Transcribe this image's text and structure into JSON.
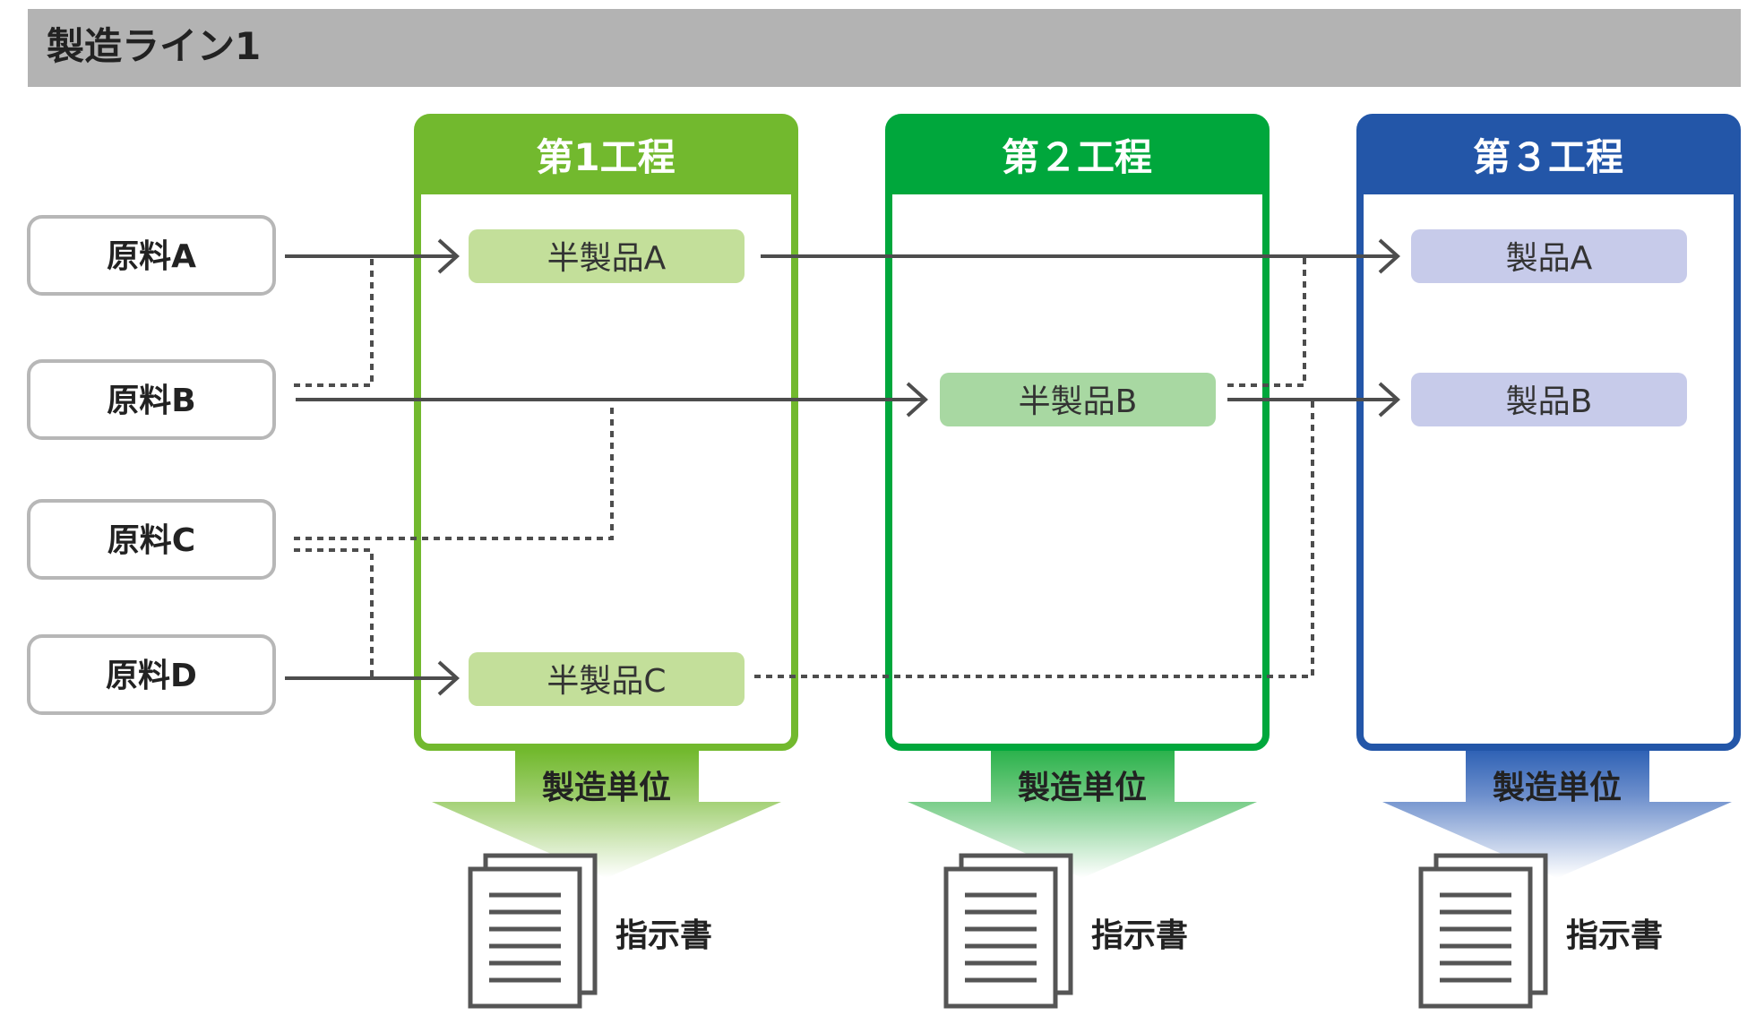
{
  "header": {
    "title": "製造ライン1"
  },
  "materials": [
    {
      "label": "原料A"
    },
    {
      "label": "原料B"
    },
    {
      "label": "原料C"
    },
    {
      "label": "原料D"
    }
  ],
  "processes": [
    {
      "title": "第1工程",
      "color": "#72b92e",
      "item_color": "#c3df9a",
      "arrow_color": "#72b92e",
      "items": [
        {
          "label": "半製品A"
        },
        {
          "label": "半製品C"
        }
      ],
      "unit_label": "製造単位",
      "doc_label": "指示書"
    },
    {
      "title": "第２工程",
      "color": "#00a73c",
      "item_color": "#a8d8a2",
      "arrow_color": "#2bb24c",
      "items": [
        {
          "label": "半製品B"
        }
      ],
      "unit_label": "製造単位",
      "doc_label": "指示書"
    },
    {
      "title": "第３工程",
      "color": "#2356a8",
      "item_color": "#c7cbea",
      "arrow_color": "#2f62b5",
      "items": [
        {
          "label": "製品A"
        },
        {
          "label": "製品B"
        }
      ],
      "unit_label": "製造単位",
      "doc_label": "指示書"
    }
  ],
  "colors": {
    "header_bg": "#b3b3b3",
    "line": "#4d4d4d",
    "material_border": "#b7b7b7",
    "doc": "#555555"
  }
}
